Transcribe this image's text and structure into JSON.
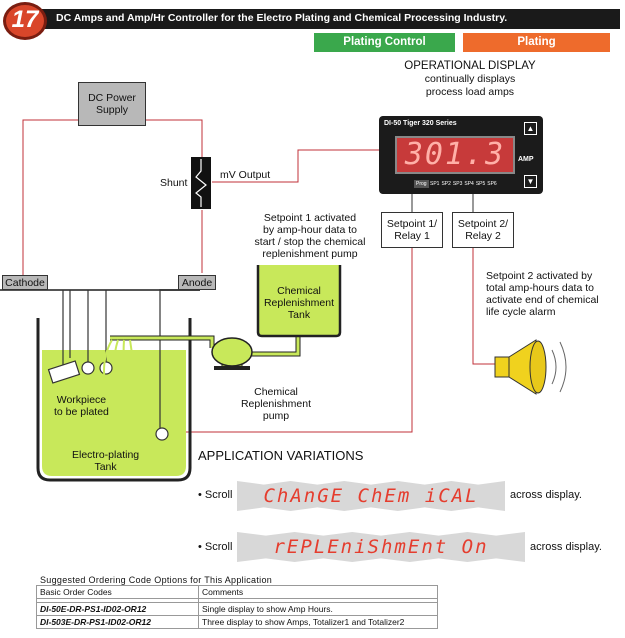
{
  "header": {
    "number": "17",
    "title": "DC Amps and Amp/Hr Controller for the Electro Plating and Chemical Processing Industry."
  },
  "tags": {
    "plating_control": "Plating Control",
    "plating": "Plating"
  },
  "colors": {
    "tag_green": "#3aa84c",
    "tag_orange": "#ee6b2c",
    "tank_fill": "#c8e85a",
    "wire_red": "#c0303a",
    "display_red": "#c73a3a",
    "speaker_yellow": "#f0d21e"
  },
  "diagram": {
    "dc_power_supply": "DC Power\nSupply",
    "shunt": "Shunt",
    "mv_output": "mV Output",
    "cathode": "Cathode",
    "anode": "Anode",
    "workpiece": "Workpiece\nto be plated",
    "tank": "Electro-plating\nTank",
    "chem_tank": "Chemical\nReplenishment\nTank",
    "pump": "Chemical\nReplenishment\npump",
    "setpoint1_note": "Setpoint 1 activated\nby amp-hour data to\nstart / stop the chemical\nreplenishment pump",
    "setpoint1_relay": "Setpoint 1/\nRelay 1",
    "setpoint2_relay": "Setpoint 2/\nRelay 2",
    "setpoint2_note": "Setpoint 2 activated by\ntotal amp-hours data to\nactivate end of chemical\nlife cycle alarm",
    "operational_display": "OPERATIONAL DISPLAY",
    "operational_sub": "continually displays\nprocess load amps"
  },
  "meter": {
    "model": "DI-50 Tiger 320 Series",
    "reading": "301.3",
    "unit": "AMP",
    "prog": "Prog",
    "setpoints": [
      "SP1",
      "SP2",
      "SP3",
      "SP4",
      "SP5",
      "SP6"
    ],
    "up_icon": "up-arrow-icon",
    "down_icon": "down-arrow-icon"
  },
  "app_variations": {
    "title": "APPLICATION VARIATIONS",
    "rows": [
      {
        "prefix": "• Scroll",
        "display": "ChAnGE ChEm iCAL",
        "suffix": "across display."
      },
      {
        "prefix": "• Scroll",
        "display": "rEPLEniShmEnt On",
        "suffix": "across display."
      }
    ]
  },
  "ordering": {
    "caption": "Suggested Ordering Code Options for This Application",
    "headers": [
      "Basic Order Codes",
      "Comments"
    ],
    "rows": [
      {
        "code": "DI-50E-DR-PS1-ID02-OR12",
        "comment": "Single display to show Amp Hours."
      },
      {
        "code": "DI-503E-DR-PS1-ID02-OR12",
        "comment": "Three display to show Amps, Totalizer1 and Totalizer2"
      }
    ]
  }
}
